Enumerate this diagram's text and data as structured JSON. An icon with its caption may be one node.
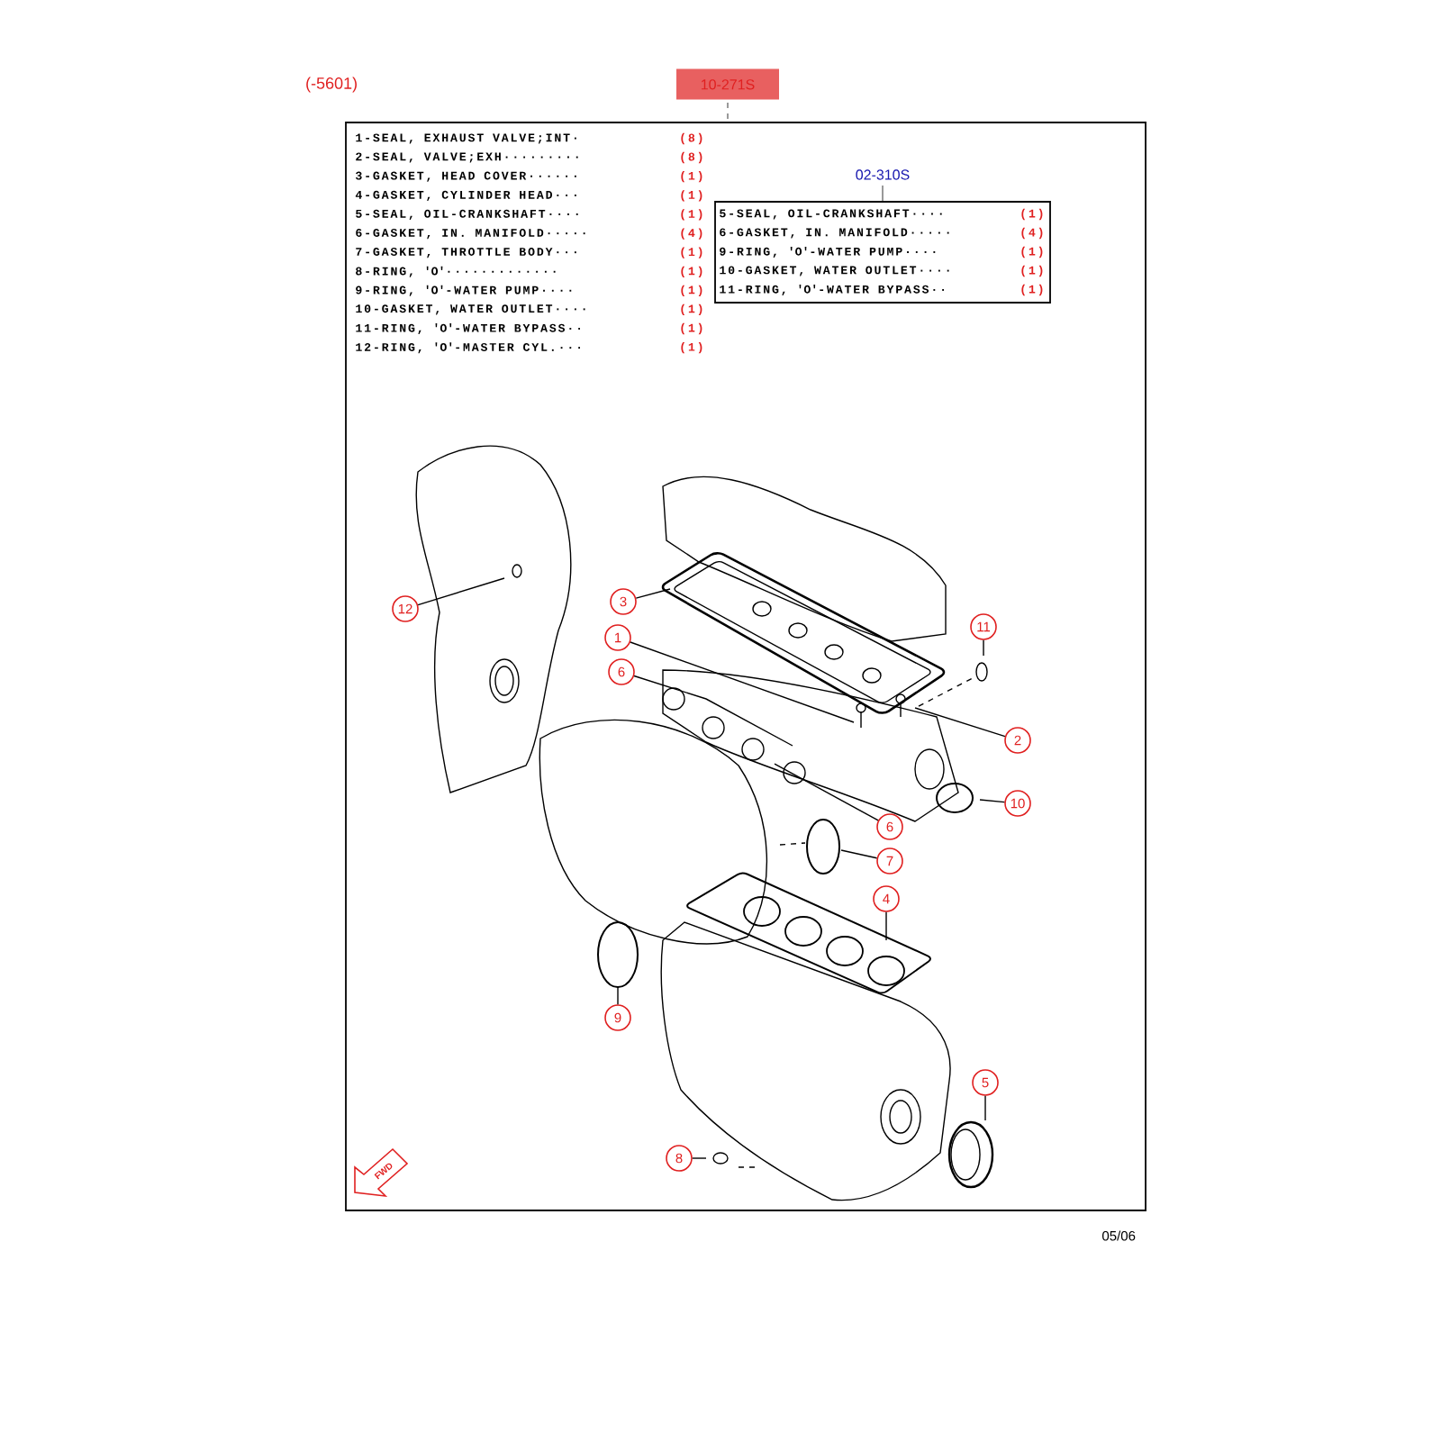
{
  "diagram": {
    "nodes": [
      {
        "text": [
          "10-271S"
        ]
      },
      {
        "text": [
          "02-310S",
          "5-SEAL, OIL-CRANKSHAFT····",
          "(1)",
          "6-GASKET, IN. MANIFOLD·····",
          "(4)",
          "9-RING, 'O'-WATER PUMP····",
          "(1)",
          "10-GASKET, WATER OUTLET····",
          "(1)",
          "11-RING, 'O'-WATER BYPASS··",
          "(1)"
        ],
        "in": 0
      },
      {
        "text": [
          "3"
        ],
        "in": 0
      },
      {
        "text": [
          "12"
        ],
        "in": 0
      },
      {
        "text": [
          "11"
        ],
        "in": 0
      },
      {
        "text": [
          "1"
        ],
        "in": 0
      },
      {
        "text": [
          "6"
        ],
        "in": 0
      },
      {
        "text": [
          "2"
        ],
        "in": 0
      },
      {
        "text": [
          "10"
        ],
        "in": 0
      },
      {
        "text": [
          "6"
        ],
        "in": 0
      },
      {
        "text": [
          "7"
        ],
        "in": 0
      },
      {
        "text": [
          "4"
        ],
        "in": 0
      },
      {
        "text": [
          "9"
        ],
        "in": 0
      },
      {
        "text": [
          "5"
        ],
        "in": 0
      },
      {
        "text": [
          "8"
        ],
        "in": 0
      }
    ],
    "edges": [
      {
        "from": 2,
        "to": null,
        "arrow": "none"
      },
      {
        "from": 3,
        "to": null,
        "arrow": "none"
      },
      {
        "from": 4,
        "to": null,
        "arrow": "none"
      },
      {
        "from": 5,
        "to": null,
        "arrow": "none"
      },
      {
        "from": 6,
        "to": null,
        "arrow": "none"
      },
      {
        "from": 7,
        "to": null,
        "arrow": "none"
      },
      {
        "from": 8,
        "to": null,
        "arrow": "none"
      },
      {
        "from": 9,
        "to": null,
        "arrow": "none"
      },
      {
        "from": 10,
        "to": null,
        "arrow": "none"
      },
      {
        "from": 11,
        "to": null,
        "arrow": "none"
      },
      {
        "from": 12,
        "to": null,
        "arrow": "none"
      },
      {
        "from": 13,
        "to": null,
        "arrow": "none"
      },
      {
        "from": 14,
        "to": null,
        "arrow": "none"
      }
    ],
    "labels": [
      "(-5601)",
      "1-SEAL, EXHAUST VALVE;INT·",
      "(8)",
      "2-SEAL, VALVE;EXH·········",
      "(8)",
      "3-GASKET, HEAD COVER······",
      "(1)",
      "4-GASKET, CYLINDER HEAD···",
      "(1)",
      "5-SEAL, OIL-CRANKSHAFT····",
      "(1)",
      "6-GASKET, IN. MANIFOLD·····",
      "(4)",
      "7-GASKET, THROTTLE BODY···",
      "(1)",
      "8-RING, 'O'·············",
      "(1)",
      "9-RING, 'O'-WATER PUMP····",
      "(1)",
      "10-GASKET, WATER OUTLET····",
      "(1)",
      "11-RING, 'O'-WATER BYPASS··",
      "(1)",
      "12-RING, 'O'-MASTER CYL.···",
      "(1)",
      "FWD",
      "05/06"
    ]
  }
}
